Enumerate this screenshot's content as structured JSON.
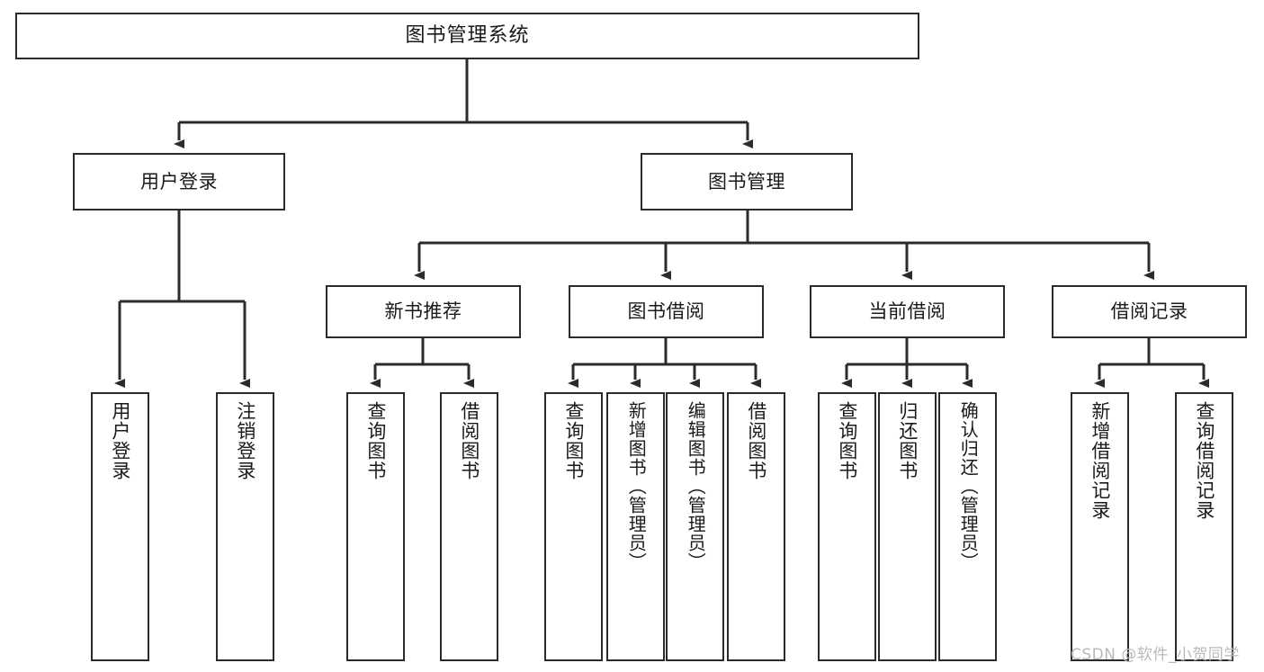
{
  "diagram": {
    "title": "图书管理系统",
    "watermark": "CSDN @软件_小贺同学",
    "colors": {
      "box_border": "#2b2b2b",
      "box_fill": "#ffffff",
      "connector": "#2b2b2b",
      "text": "#1a1a1a",
      "watermark": "#b9b9b9",
      "background": "#ffffff"
    },
    "nodes": {
      "root": {
        "label": "图书管理系统"
      },
      "level2": [
        {
          "label": "用户登录"
        },
        {
          "label": "图书管理"
        }
      ],
      "level3": [
        {
          "label": "新书推荐"
        },
        {
          "label": "图书借阅"
        },
        {
          "label": "当前借阅"
        },
        {
          "label": "借阅记录"
        }
      ],
      "leaves": {
        "user_login": [
          {
            "label": "用户登录"
          },
          {
            "label": "注销登录"
          }
        ],
        "new_book": [
          {
            "label": "查询图书"
          },
          {
            "label": "借阅图书"
          }
        ],
        "book_borrow": [
          {
            "label": "查询图书"
          },
          {
            "label": "新增图书（管理员）"
          },
          {
            "label": "编辑图书（管理员）"
          },
          {
            "label": "借阅图书"
          }
        ],
        "current_borrow": [
          {
            "label": "查询图书"
          },
          {
            "label": "归还图书"
          },
          {
            "label": "确认归还（管理员）"
          }
        ],
        "borrow_record": [
          {
            "label": "新增借阅记录"
          },
          {
            "label": "查询借阅记录"
          }
        ]
      }
    }
  }
}
